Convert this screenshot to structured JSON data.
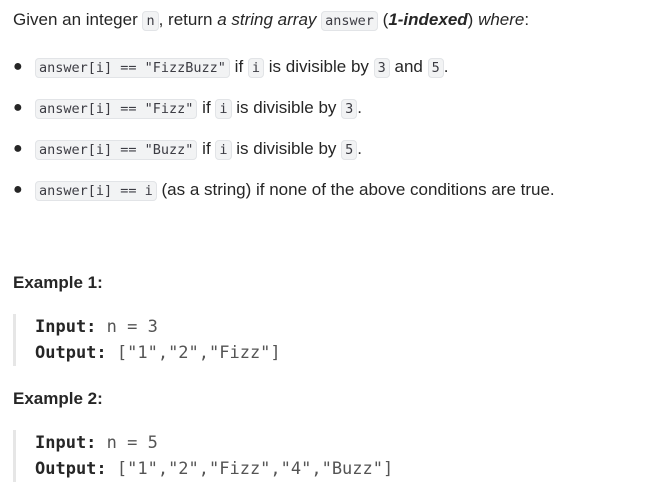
{
  "intro": {
    "t1": "Given an integer ",
    "code_n": "n",
    "t2": ", return ",
    "t3": "a string array",
    "t4": " ",
    "code_answer": "answer",
    "t5": " (",
    "t6": "1-indexed",
    "t7": ")",
    "t8": " where",
    "t9": ":"
  },
  "rules": [
    {
      "code": "answer[i] == \"FizzBuzz\"",
      "t1": " if ",
      "var": "i",
      "t2": " is divisible by ",
      "num1": "3",
      "t3": " and ",
      "num2": "5",
      "t4": "."
    },
    {
      "code": "answer[i] == \"Fizz\"",
      "t1": " if ",
      "var": "i",
      "t2": " is divisible by ",
      "num1": "3",
      "t3": "."
    },
    {
      "code": "answer[i] == \"Buzz\"",
      "t1": " if ",
      "var": "i",
      "t2": " is divisible by ",
      "num1": "5",
      "t3": "."
    },
    {
      "code": "answer[i] == i",
      "t1": " (as a string) if none of the above conditions are true."
    }
  ],
  "examples": [
    {
      "title": "Example 1:",
      "input_label": "Input:",
      "input_value": " n = 3",
      "output_label": "Output:",
      "output_value": " [\"1\",\"2\",\"Fizz\"]"
    },
    {
      "title": "Example 2:",
      "input_label": "Input:",
      "input_value": " n = 5",
      "output_label": "Output:",
      "output_value": " [\"1\",\"2\",\"Fizz\",\"4\",\"Buzz\"]"
    }
  ]
}
